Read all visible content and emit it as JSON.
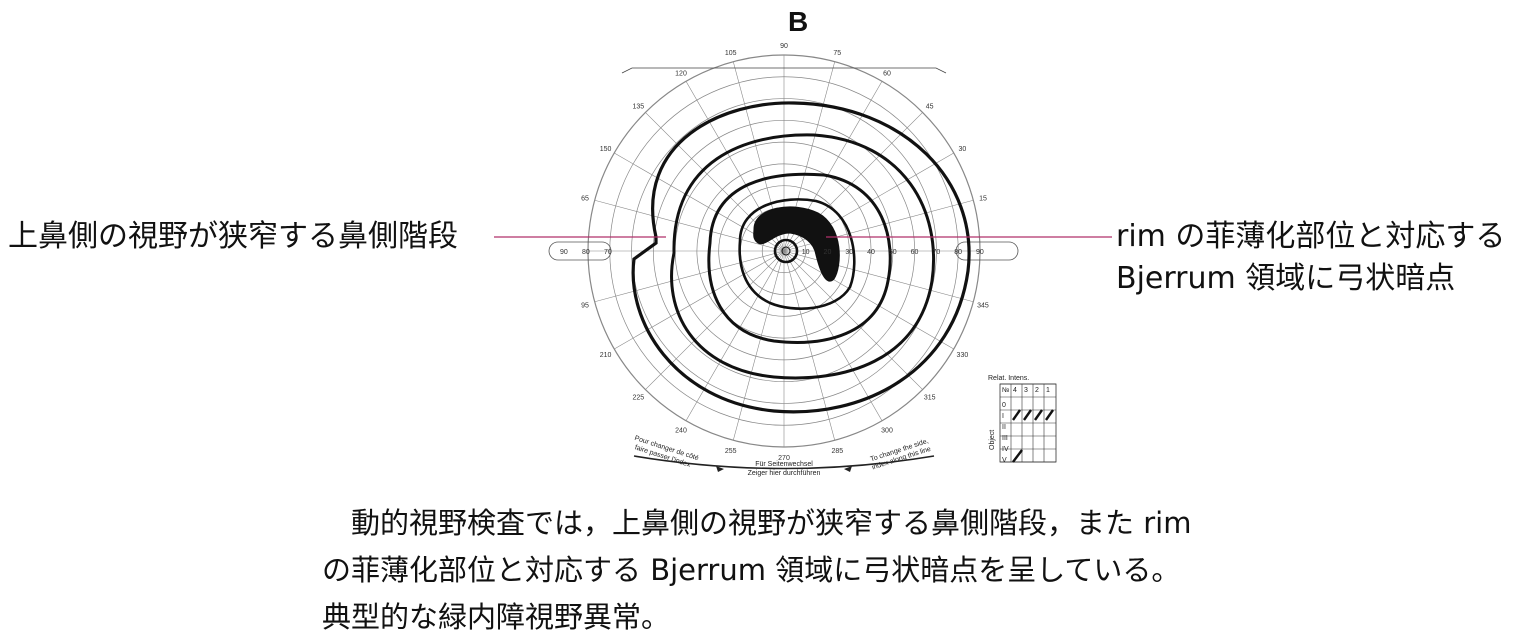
{
  "panel_label": "B",
  "annotations": {
    "left": "上鼻側の視野が狭窄する鼻側階段",
    "right_line1": "rim の菲薄化部位と対応する",
    "right_line2": "Bjerrum 領域に弓状暗点"
  },
  "caption": {
    "line1": "　動的視野検査では，上鼻側の視野が狭窄する鼻側階段，また rim",
    "line2": "の菲薄化部位と対応する Bjerrum 領域に弓状暗点を呈している。",
    "line3": "典型的な緑内障視野異常。"
  },
  "chart": {
    "angle_labels": [
      "120",
      "105",
      "90",
      "75",
      "60",
      "45",
      "30",
      "15",
      "345",
      "330",
      "315",
      "300",
      "285",
      "270",
      "255",
      "240",
      "225",
      "210",
      "95",
      "65",
      "150",
      "135"
    ],
    "radius_labels_right": [
      "10",
      "20",
      "30",
      "40",
      "50",
      "60",
      "70",
      "80",
      "90"
    ],
    "radius_labels_left": [
      "90",
      "80",
      "70"
    ],
    "bottom_labels": {
      "center1": "Für Seitenwechsel",
      "center2": "Zeiger hier durchführen",
      "left1": "Pour changer de côté",
      "left2": "faire passer l'index",
      "right1": "To change the side,",
      "right2": "index along this line"
    },
    "legend": {
      "title": "Relat. Intens.",
      "header": [
        "№",
        "4",
        "3",
        "2",
        "1"
      ],
      "rows": [
        "0",
        "I",
        "II",
        "III",
        "IV",
        "V"
      ],
      "side_label": "Object"
    }
  },
  "colors": {
    "leader_line": "#b0306a",
    "isopter": "#111111",
    "grid": "#888888"
  }
}
